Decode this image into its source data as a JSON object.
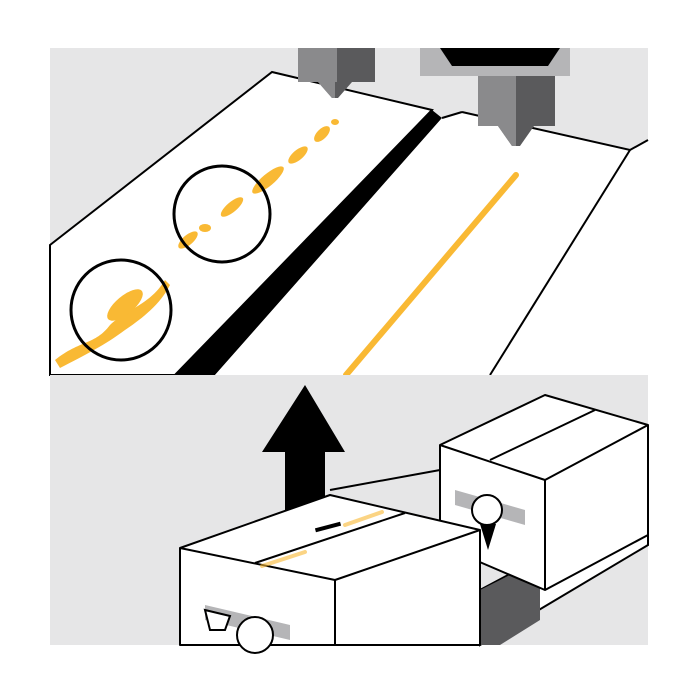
{
  "colors": {
    "background": "#ffffff",
    "panel_gray": "#e6e6e7",
    "ink": "#000000",
    "filament_yellow": "#f9b934",
    "nozzle_gray": "#8a8a8c",
    "nozzle_dark": "#5a5a5c",
    "tape_gray": "#b5b5b7"
  },
  "panels": [
    {
      "name": "print-comparison",
      "icons": [
        "inconsistent-extrusion-line",
        "consistent-extrusion-line",
        "print-nozzle",
        "defect-circle"
      ]
    },
    {
      "name": "boxes-shipping",
      "icons": [
        "up-arrow",
        "shipping-box",
        "conveyor"
      ]
    }
  ]
}
